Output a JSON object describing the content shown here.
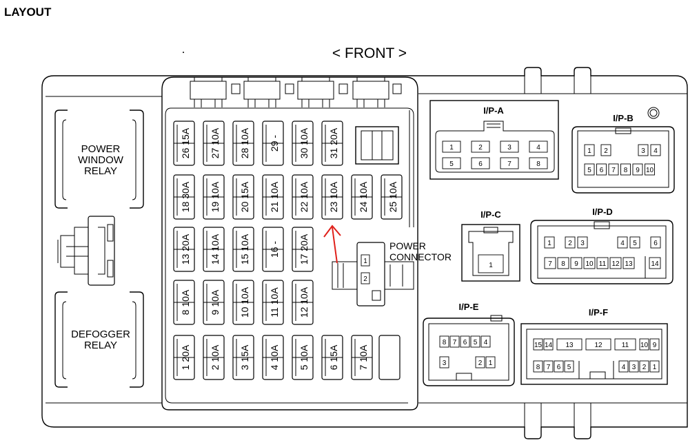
{
  "title": "LAYOUT",
  "front_label": "< FRONT >",
  "relays": {
    "power_window": [
      "POWER",
      "WINDOW",
      "RELAY"
    ],
    "defogger": [
      "DEFOGGER",
      "RELAY"
    ]
  },
  "power_connector": [
    "POWER",
    "CONNECTOR"
  ],
  "fuses": [
    {
      "num": "26",
      "amp": "15A"
    },
    {
      "num": "27",
      "amp": "10A"
    },
    {
      "num": "28",
      "amp": "10A"
    },
    {
      "num": "29",
      "amp": "-"
    },
    {
      "num": "30",
      "amp": "10A"
    },
    {
      "num": "31",
      "amp": "20A"
    },
    {
      "num": "18",
      "amp": "30A"
    },
    {
      "num": "19",
      "amp": "10A"
    },
    {
      "num": "20",
      "amp": "15A"
    },
    {
      "num": "21",
      "amp": "10A"
    },
    {
      "num": "22",
      "amp": "10A"
    },
    {
      "num": "23",
      "amp": "10A"
    },
    {
      "num": "24",
      "amp": "10A"
    },
    {
      "num": "25",
      "amp": "10A"
    },
    {
      "num": "13",
      "amp": "20A"
    },
    {
      "num": "14",
      "amp": "10A"
    },
    {
      "num": "15",
      "amp": "10A"
    },
    {
      "num": "16",
      "amp": "-"
    },
    {
      "num": "17",
      "amp": "20A"
    },
    {
      "num": "8",
      "amp": "10A"
    },
    {
      "num": "9",
      "amp": "10A"
    },
    {
      "num": "10",
      "amp": "10A"
    },
    {
      "num": "11",
      "amp": "10A"
    },
    {
      "num": "12",
      "amp": "10A"
    },
    {
      "num": "1",
      "amp": "20A"
    },
    {
      "num": "2",
      "amp": "10A"
    },
    {
      "num": "3",
      "amp": "15A"
    },
    {
      "num": "4",
      "amp": "10A"
    },
    {
      "num": "5",
      "amp": "10A"
    },
    {
      "num": "6",
      "amp": "15A"
    },
    {
      "num": "7",
      "amp": "10A"
    }
  ],
  "connectors": {
    "ipa": {
      "label": "I/P-A",
      "pins": [
        "1",
        "2",
        "3",
        "4",
        "5",
        "6",
        "7",
        "8"
      ]
    },
    "ipb": {
      "label": "I/P-B",
      "pins": [
        "1",
        "2",
        "3",
        "4",
        "5",
        "6",
        "7",
        "8",
        "9",
        "10"
      ]
    },
    "ipc": {
      "label": "I/P-C",
      "pins": [
        "1"
      ]
    },
    "ipd": {
      "label": "I/P-D",
      "pins": [
        "1",
        "2",
        "3",
        "4",
        "5",
        "6",
        "7",
        "8",
        "9",
        "10",
        "11",
        "12",
        "13",
        "14"
      ]
    },
    "ipe": {
      "label": "I/P-E",
      "pins": [
        "8",
        "7",
        "6",
        "5",
        "4",
        "3",
        "2",
        "1"
      ]
    },
    "ipf": {
      "label": "I/P-F",
      "pins": [
        "15",
        "14",
        "13",
        "12",
        "11",
        "10",
        "9",
        "8",
        "7",
        "6",
        "5",
        "4",
        "3",
        "2",
        "1"
      ]
    }
  },
  "power_pins": [
    "1",
    "2"
  ],
  "colors": {
    "arrow": "#e0201a",
    "line": "#000000"
  }
}
